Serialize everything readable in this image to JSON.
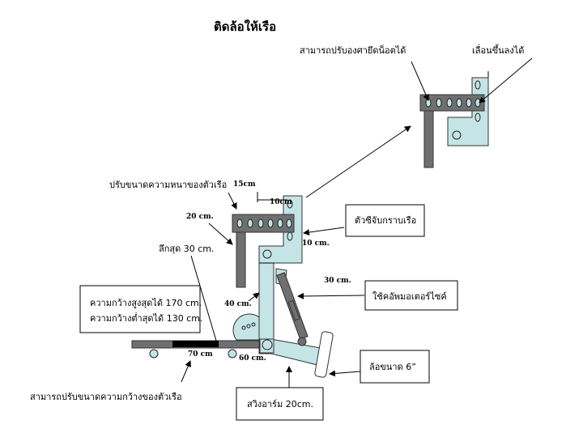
{
  "title": "ติดล้อให้เรือ",
  "labels": {
    "adjust_angle": "สามารถปรับองศายึดน็อตได้",
    "slide_updown": "เลื่อนขึ้นลงได้",
    "adjust_thickness": "ปรับขนาดความหนาของตัวเรือ",
    "dim_15": "15cm",
    "dim_10cm": "10cm",
    "dim_20": "20 cm.",
    "dim_10": "10 cm.",
    "deepest": "ลึกสุด 30 cm.",
    "dim_30": "30 cm.",
    "dim_40": "40 cm.",
    "dim_70": "70 cm",
    "dim_60": "60 cm.",
    "adjust_width": "สามารถปรับขนาดความกว้างของตัวเรือ"
  },
  "boxes": {
    "clamp": "ตัวซีจับกราบเรือ",
    "shock": "ใช้คอัพมอเตอร์ไซค์",
    "width_max": "ความกว้างสูงสุดได้ 170 cm.",
    "width_min": "ความกว้างต่ำสุดได้ 130 cm.",
    "wheel": "ล้อขนาด  6”",
    "swingarm": "สวิงอาร์ม 20cm."
  },
  "colors": {
    "part_blue": "#c4e4e6",
    "part_gray": "#6f6f6f"
  }
}
